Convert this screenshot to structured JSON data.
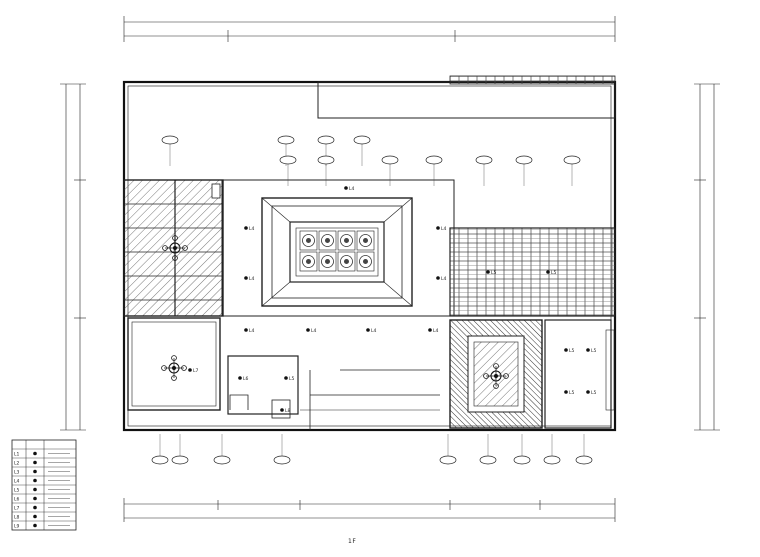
{
  "drawing": {
    "caption": "1F",
    "background": "#ffffff",
    "line_color": "#1a1a1a",
    "hatch_color": "#333333",
    "light_marks": [
      "L4",
      "L4",
      "L4",
      "L4",
      "L4",
      "L4",
      "L4",
      "L4",
      "L4",
      "L5",
      "L5",
      "L5",
      "L5",
      "L5",
      "L5",
      "L7",
      "L6",
      "L5",
      "L8"
    ],
    "legend": {
      "rows": 10,
      "symbols": [
        "L1",
        "L2",
        "L3",
        "L4",
        "L5",
        "L6",
        "L7",
        "L8",
        "L9"
      ]
    }
  }
}
